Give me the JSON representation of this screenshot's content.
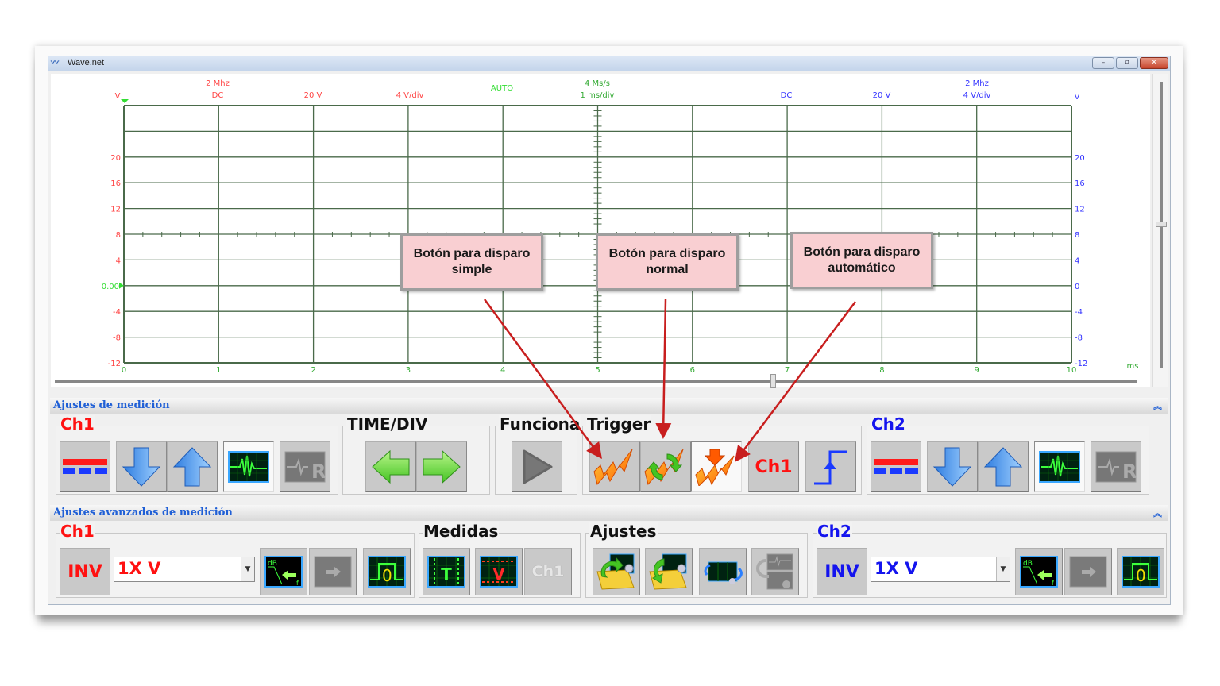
{
  "window": {
    "title": "Wave.net",
    "app_icon": "wave-logo",
    "controls": {
      "minimize": "–",
      "maximize": "⧉",
      "close": "✕"
    }
  },
  "scope": {
    "ch1_header": {
      "bandwidth": "2 Mhz",
      "coupling": "DC",
      "range": "20 V",
      "scale": "4 V/div",
      "unit": "V",
      "color": "#ff4444"
    },
    "trigger_header": {
      "mode": "AUTO",
      "color": "#33dd33"
    },
    "time_header": {
      "sample_rate": "4 Ms/s",
      "timebase": "1 ms/div",
      "color": "#33aa33"
    },
    "ch2_header": {
      "coupling": "DC",
      "range": "20 V",
      "bandwidth": "2 Mhz",
      "scale": "4 V/div",
      "unit": "V",
      "color": "#3333ff"
    },
    "left_axis_labels": [
      "",
      "",
      "20",
      "16",
      "12",
      "8",
      "4",
      "0.00",
      "-4",
      "-8",
      "-12"
    ],
    "right_axis_labels": [
      "",
      "",
      "20",
      "16",
      "12",
      "8",
      "4",
      "0",
      "-4",
      "-8",
      "-12"
    ],
    "x_axis_labels": [
      "0",
      "1",
      "2",
      "3",
      "4",
      "5",
      "6",
      "7",
      "8",
      "9",
      "10"
    ],
    "x_unit": "ms",
    "grid_color": "#4a6a4a",
    "horizontal_scroll_position": 0.66,
    "vertical_scroll_position": 0.5
  },
  "callouts": [
    {
      "text": "Botón para disparo simple"
    },
    {
      "text": "Botón para disparo normal"
    },
    {
      "text": "Botón para disparo automático"
    }
  ],
  "measurement_settings": {
    "header": "Ajustes de medición",
    "collapse_icon": "double-chevron-up",
    "ch1": {
      "title": "Ch1",
      "buttons": [
        "position-reset",
        "scale-down",
        "scale-up",
        "waveform-show",
        "reference-disabled"
      ]
    },
    "time_div": {
      "title": "TIME/DIV",
      "buttons": [
        "time-decrease",
        "time-increase"
      ]
    },
    "function": {
      "title": "Funciona",
      "buttons": [
        "run-disabled"
      ]
    },
    "trigger": {
      "title": "Trigger",
      "buttons": [
        "single-trigger",
        "normal-trigger",
        "auto-trigger"
      ],
      "source_label": "Ch1",
      "edge": "rising-edge"
    },
    "ch2": {
      "title": "Ch2",
      "buttons": [
        "position-reset",
        "scale-down",
        "scale-up",
        "waveform-show",
        "reference-disabled"
      ]
    }
  },
  "advanced_settings": {
    "header": "Ajustes avanzados de medición",
    "collapse_icon": "double-chevron-up",
    "ch1": {
      "title": "Ch1",
      "inv_label": "INV",
      "probe_value": "1X V"
    },
    "measures": {
      "title": "Medidas",
      "time_label": "T",
      "volt_label": "V",
      "channel_label": "Ch1"
    },
    "settings": {
      "title": "Ajustes"
    },
    "ch2": {
      "title": "Ch2",
      "inv_label": "INV",
      "probe_value": "1X V"
    }
  }
}
